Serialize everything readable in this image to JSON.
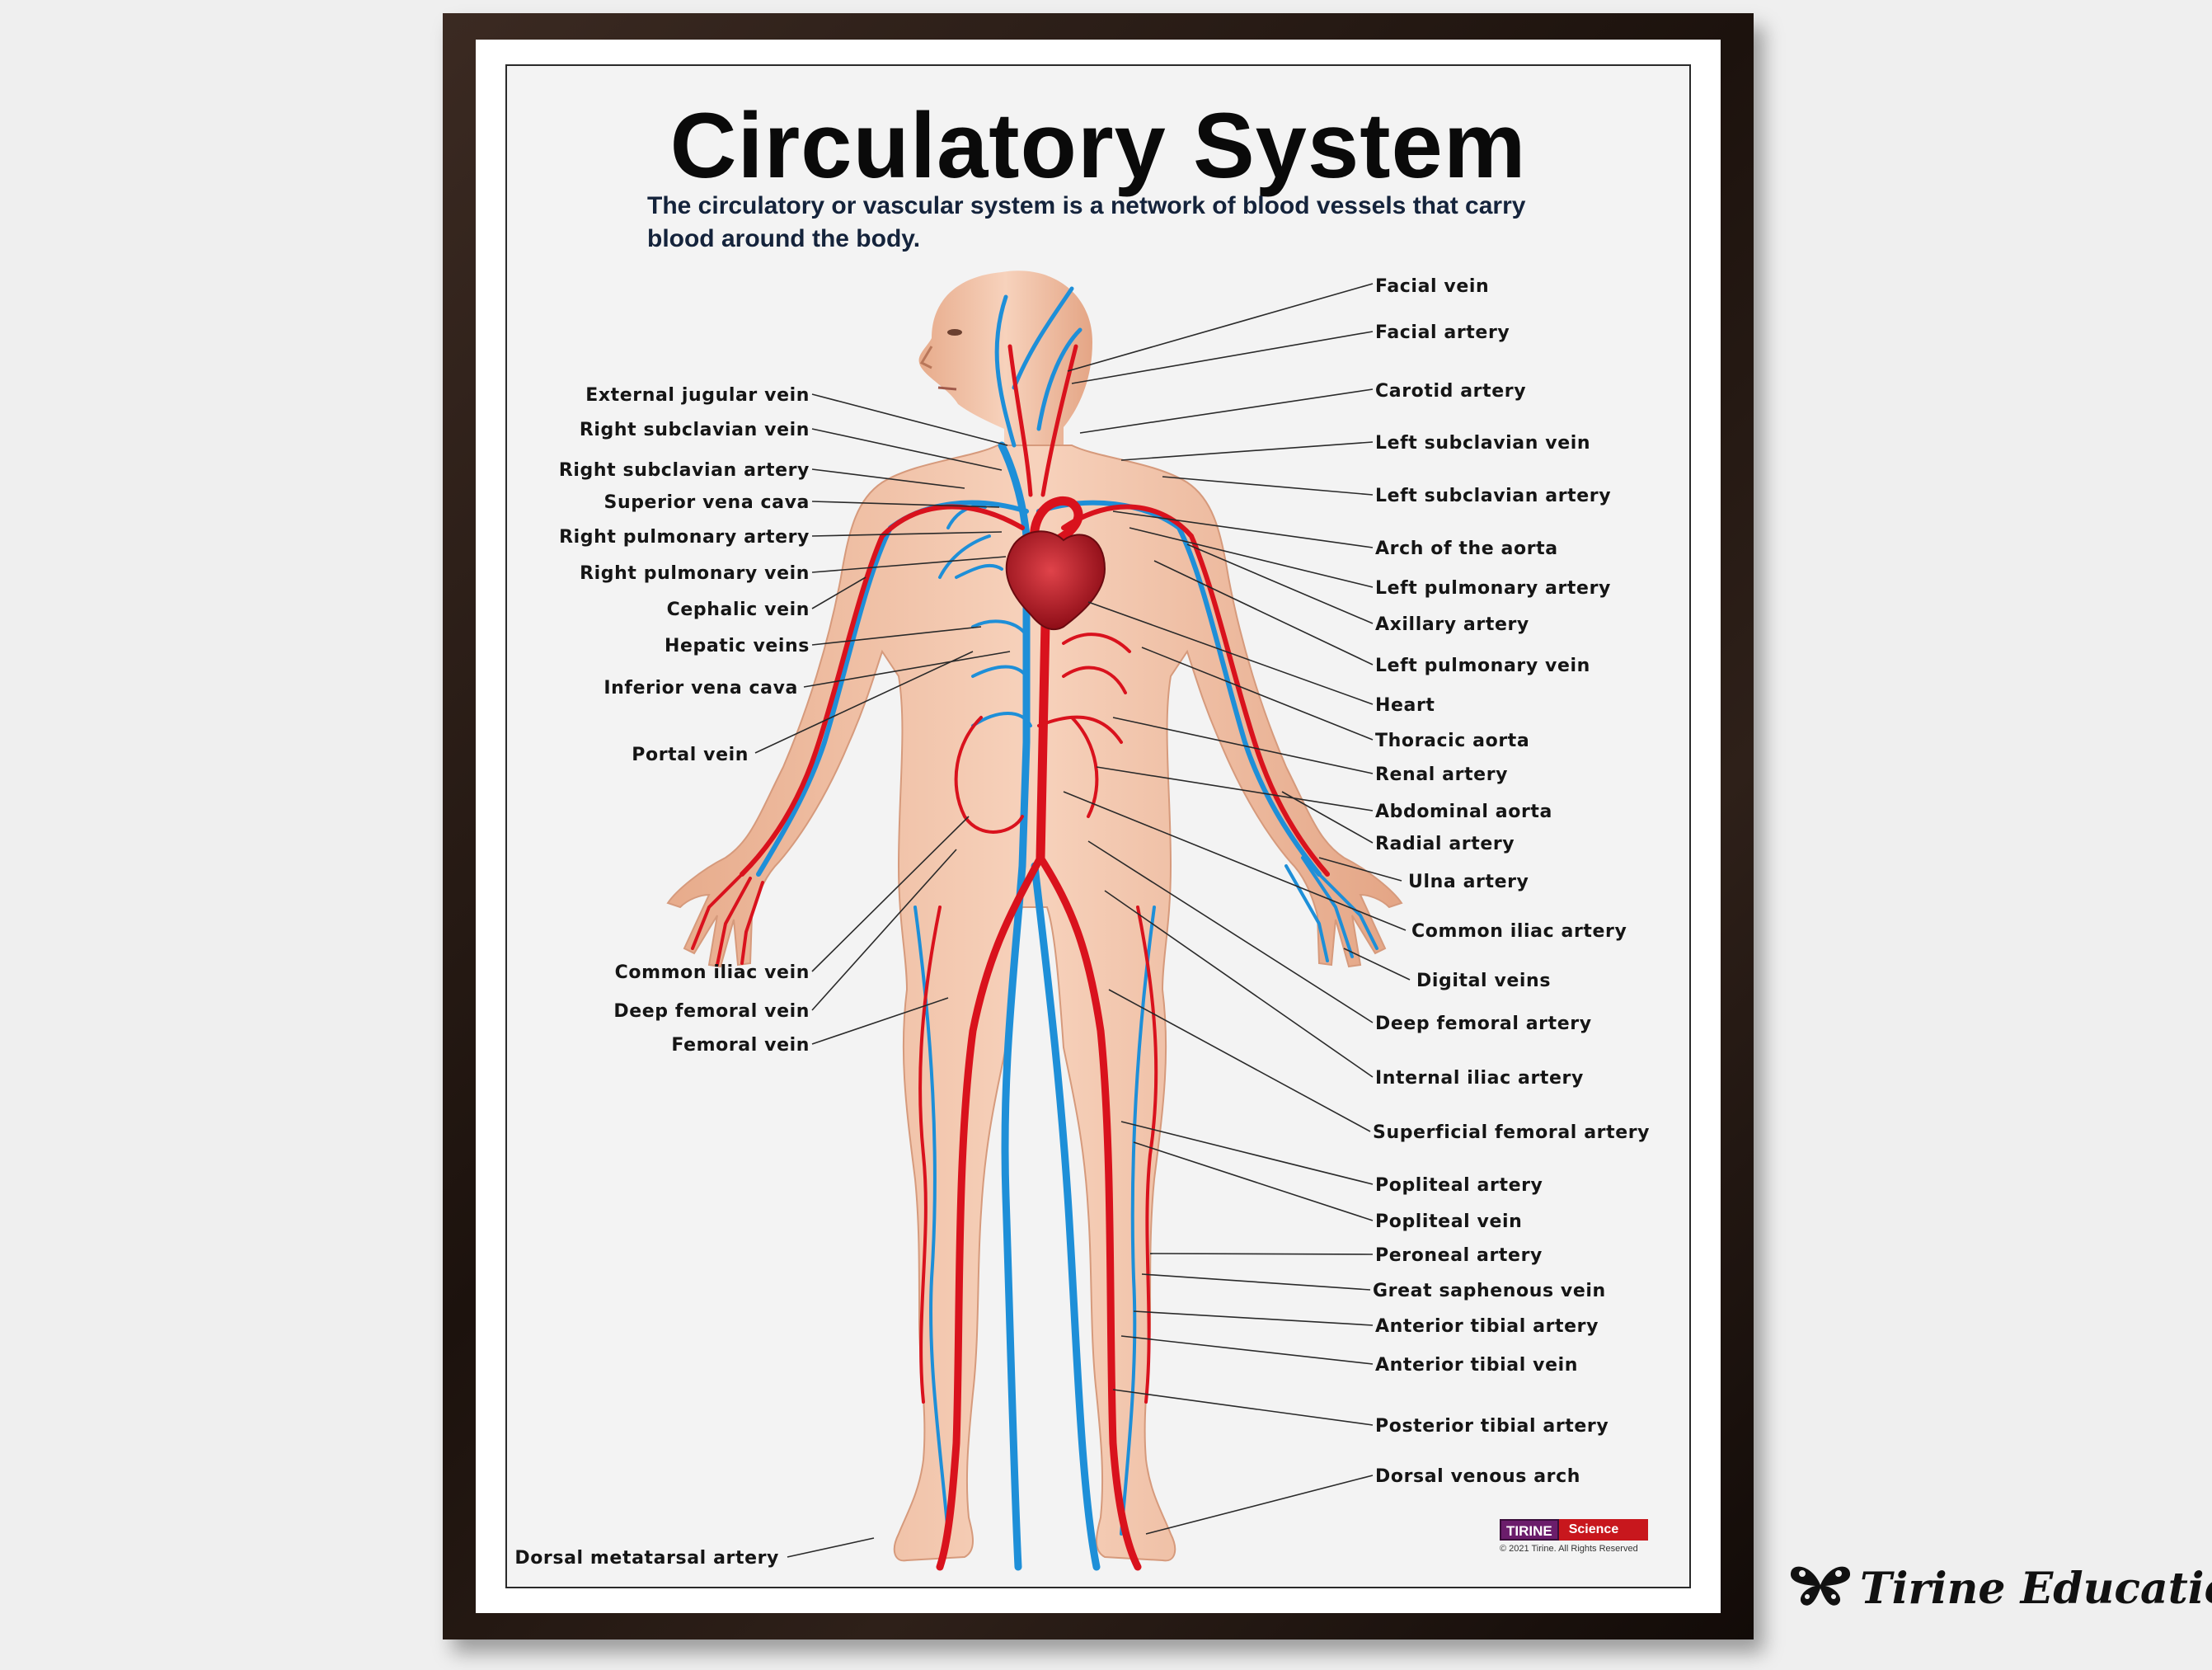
{
  "poster": {
    "title": "Circulatory System",
    "subtitle": "The circulatory or vascular system is a network of blood vessels that carry blood around the body."
  },
  "labels_left": [
    "External jugular vein",
    "Right subclavian vein",
    "Right subclavian artery",
    "Superior vena cava",
    "Right pulmonary artery",
    "Right pulmonary vein",
    "Cephalic vein",
    "Hepatic veins",
    "Inferior vena cava",
    "Portal vein",
    "Common iliac vein",
    "Deep femoral vein",
    "Femoral vein",
    "Dorsal metatarsal artery"
  ],
  "labels_right": [
    "Facial vein",
    "Facial artery",
    "Carotid artery",
    "Left subclavian vein",
    "Left subclavian artery",
    "Arch of the aorta",
    "Left pulmonary artery",
    "Axillary artery",
    "Left pulmonary vein",
    "Heart",
    "Thoracic aorta",
    "Renal artery",
    "Abdominal aorta",
    "Radial artery",
    "Ulna artery",
    "Common iliac artery",
    "Digital veins",
    "Deep femoral artery",
    "Internal iliac artery",
    "Superficial femoral artery",
    "Popliteal artery",
    "Popliteal vein",
    "Peroneal artery",
    "Great saphenous vein",
    "Anterior tibial artery",
    "Anterior tibial vein",
    "Posterior tibial artery",
    "Dorsal venous arch"
  ],
  "branding": {
    "logo_left": "TIRINE",
    "logo_right": "Science",
    "copyright": "© 2021 Tirine.  All Rights Reserved"
  },
  "watermark": {
    "text": "Tirine Education",
    "icon": "butterfly-icon"
  },
  "colors": {
    "artery": "#d9121d",
    "vein": "#1e8fd8",
    "skin": "#f2c2a4",
    "frame": "#2a1c15"
  }
}
